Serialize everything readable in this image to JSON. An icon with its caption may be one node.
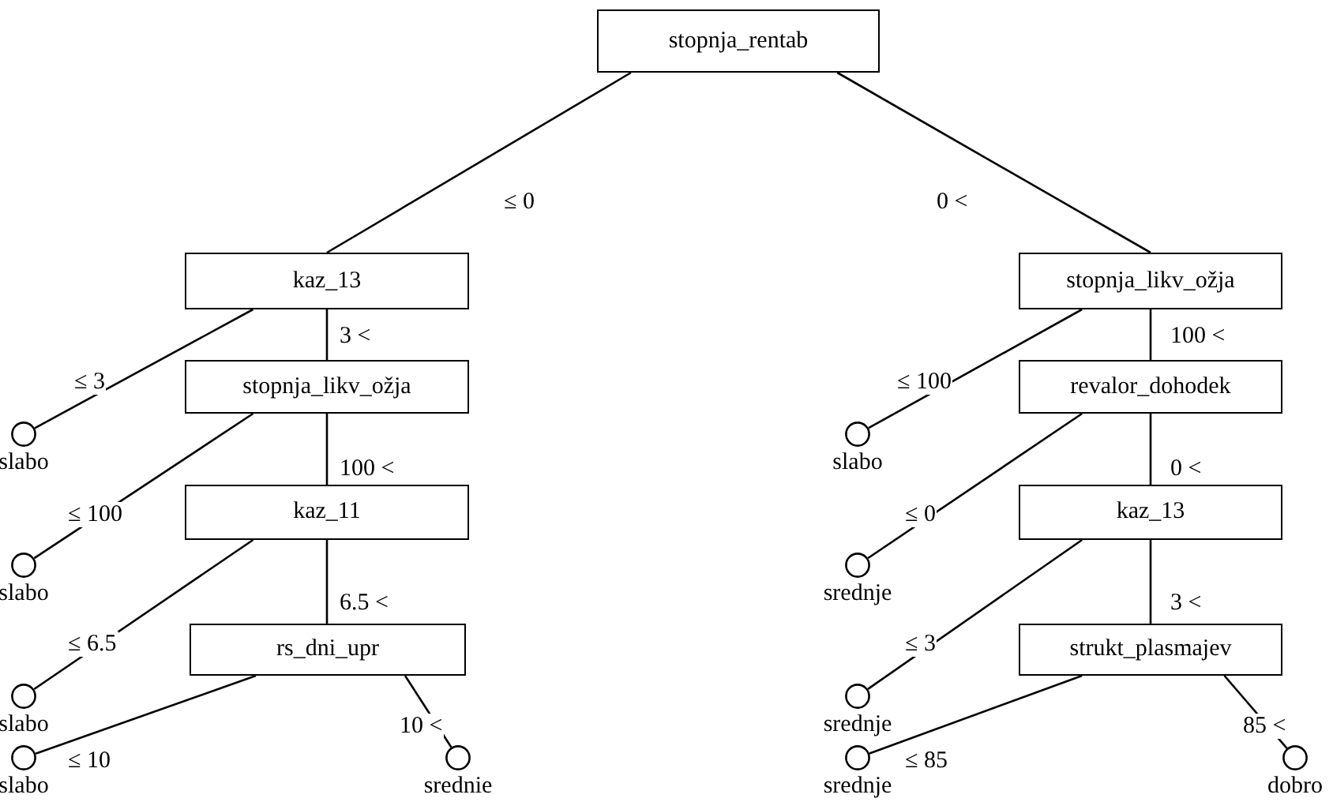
{
  "diagram": {
    "nodes": [
      {
        "text": [
          "stopnja_rentab"
        ]
      },
      {
        "text": [
          "kaz_13"
        ]
      },
      {
        "text": [
          "stopnja_likv_ožja"
        ]
      },
      {
        "text": [],
        "shape": "circle",
        "beside": [
          "slabo"
        ]
      },
      {
        "text": [
          "stopnja_likv_ožja"
        ]
      },
      {
        "text": [],
        "shape": "circle",
        "beside": [
          "slabo"
        ]
      },
      {
        "text": [
          "revalor_dohodek"
        ]
      },
      {
        "text": [],
        "shape": "circle",
        "beside": [
          "slabo"
        ]
      },
      {
        "text": [
          "kaz_11"
        ]
      },
      {
        "text": [],
        "shape": "circle",
        "beside": [
          "srednje"
        ]
      },
      {
        "text": [
          "kaz_13"
        ]
      },
      {
        "text": [],
        "shape": "circle",
        "beside": [
          "slabo"
        ]
      },
      {
        "text": [
          "rs_dni_upr"
        ]
      },
      {
        "text": [],
        "shape": "circle",
        "beside": [
          "srednje"
        ]
      },
      {
        "text": [
          "strukt_plasmajev"
        ]
      },
      {
        "text": [],
        "shape": "circle",
        "beside": [
          "slabo"
        ]
      },
      {
        "text": [],
        "shape": "circle",
        "beside": [
          "srednie"
        ]
      },
      {
        "text": [],
        "shape": "circle",
        "beside": [
          "srednje"
        ]
      },
      {
        "text": [],
        "shape": "circle",
        "beside": [
          "dobro"
        ]
      }
    ],
    "edges": [
      {
        "from": 0,
        "to": 1,
        "arrow": "none",
        "label": "≤ 0"
      },
      {
        "from": 0,
        "to": 2,
        "arrow": "none",
        "label": "0 <"
      },
      {
        "from": 1,
        "to": 3,
        "arrow": "none",
        "label": "≤ 3"
      },
      {
        "from": 1,
        "to": 4,
        "arrow": "none",
        "label": "3 <"
      },
      {
        "from": 2,
        "to": 5,
        "arrow": "none",
        "label": "≤ 100"
      },
      {
        "from": 2,
        "to": 6,
        "arrow": "none",
        "label": "100 <"
      },
      {
        "from": 4,
        "to": 7,
        "arrow": "none",
        "label": "≤ 100"
      },
      {
        "from": 4,
        "to": 8,
        "arrow": "none",
        "label": "100 <"
      },
      {
        "from": 6,
        "to": 9,
        "arrow": "none",
        "label": "≤ 0"
      },
      {
        "from": 6,
        "to": 10,
        "arrow": "none",
        "label": "0 <"
      },
      {
        "from": 8,
        "to": 11,
        "arrow": "none",
        "label": "≤ 6.5"
      },
      {
        "from": 8,
        "to": 12,
        "arrow": "none",
        "label": "6.5 <"
      },
      {
        "from": 10,
        "to": 13,
        "arrow": "none",
        "label": "≤ 3"
      },
      {
        "from": 10,
        "to": 14,
        "arrow": "none",
        "label": "3 <"
      },
      {
        "from": 12,
        "to": 15,
        "arrow": "none",
        "label": "≤ 10"
      },
      {
        "from": 12,
        "to": 16,
        "arrow": "none",
        "label": "10 <"
      },
      {
        "from": 14,
        "to": 17,
        "arrow": "none",
        "label": "≤ 85"
      },
      {
        "from": 14,
        "to": 18,
        "arrow": "none",
        "label": "85 <"
      }
    ]
  }
}
